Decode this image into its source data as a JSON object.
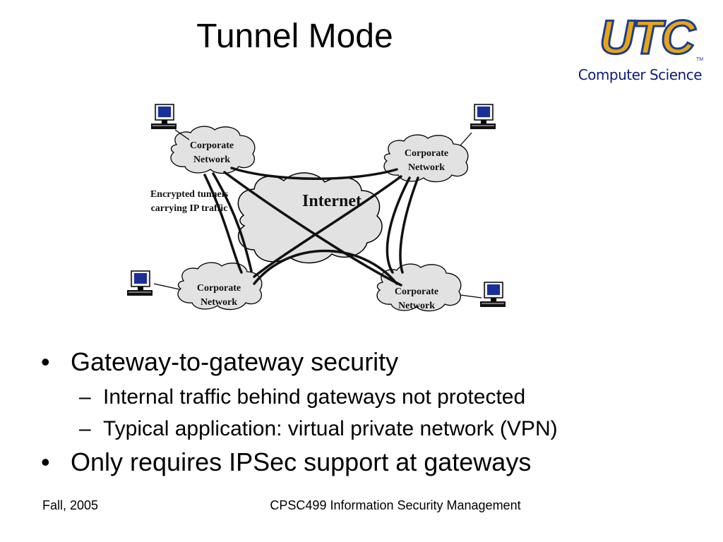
{
  "slide": {
    "title": "Tunnel Mode",
    "logo_text": "UTC",
    "department": "Computer Science"
  },
  "diagram": {
    "center_label": "Internet",
    "annotation_line1": "Encrypted tunnels",
    "annotation_line2": "carrying IP traffic",
    "network_line1": "Corporate",
    "network_line2": "Network"
  },
  "bullets": [
    {
      "text": "Gateway-to-gateway security",
      "subs": [
        "Internal traffic behind gateways not protected",
        "Typical application: virtual private network (VPN)"
      ]
    },
    {
      "text": "Only requires IPSec support at gateways"
    }
  ],
  "footer": {
    "left": "Fall, 2005",
    "center": "CPSC499 Information Security Management"
  },
  "colors": {
    "logo_fill": "#e8a418",
    "logo_outline": "#1a3e8c",
    "department_text": "#0b1c7a",
    "cloud_fill": "#e2e2e2"
  }
}
